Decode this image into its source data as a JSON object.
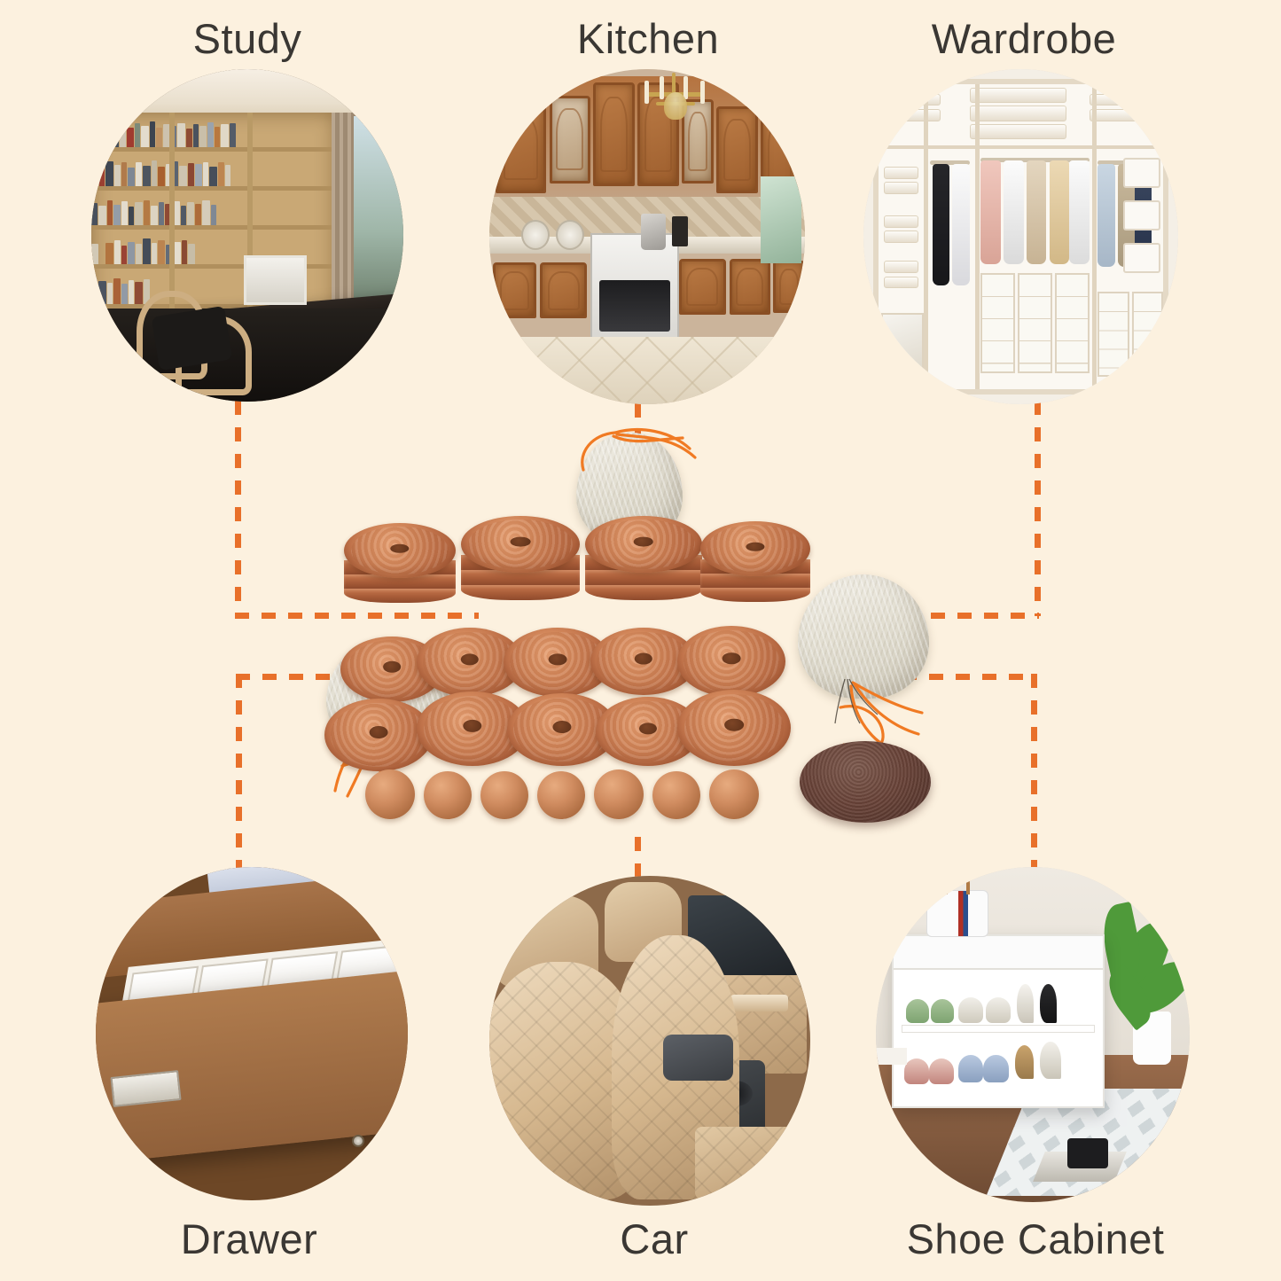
{
  "page": {
    "background_color": "#FCF1DF",
    "accent_color": "#E8702A",
    "label_color": "#3A3733",
    "layout": "six use-case photo circles around a central product photo, joined by dashed orange connector lines"
  },
  "use_cases": [
    {
      "id": "study",
      "label": "Study",
      "label_position": "top",
      "scene": "home study with tall wooden bookshelves full of books, dark wood desk, bentwood lounge chair, curtained window"
    },
    {
      "id": "kitchen",
      "label": "Kitchen",
      "label_position": "top",
      "scene": "traditional kitchen with raised-panel wood cabinets, brass chandelier, white oven, marble tile floor"
    },
    {
      "id": "wardrobe",
      "label": "Wardrobe",
      "label_position": "top",
      "scene": "organized walk-in wardrobe with hanging shirts and coats, folded linens, clear shoe boxes and storage bins"
    },
    {
      "id": "drawer",
      "label": "Drawer",
      "label_position": "bottom",
      "scene": "open wooden dresser drawer with white compartment dividers holding folded clothes"
    },
    {
      "id": "car",
      "label": "Car",
      "label_position": "bottom",
      "scene": "luxury car interior with beige quilted leather seats and center console"
    },
    {
      "id": "shoe_cabinet",
      "label": "Shoe Cabinet",
      "label_position": "bottom",
      "scene": "white shoe storage bench with shoes on two shelves, handbag on top, potted plant and grey patterned rug"
    }
  ],
  "product": {
    "description": "cedar wood moth-repellent set",
    "components": [
      {
        "name": "stacked cedar rings",
        "count": 4,
        "note": "four stacks of cedar discs with centre holes"
      },
      {
        "name": "loose cedar rings",
        "count": 11,
        "note": "two rows of cedar discs with centre holes"
      },
      {
        "name": "cedar balls",
        "count": 7
      },
      {
        "name": "muslin drawstring sacks",
        "count": 3,
        "note": "cotton sacks with orange drawstring cord"
      },
      {
        "name": "sanding pad",
        "count": 1
      }
    ]
  },
  "connectors": {
    "style": "dashed",
    "color": "#E8702A",
    "endpoint_marker": "dashed-ring",
    "links": [
      {
        "from": "study",
        "to": "product"
      },
      {
        "from": "kitchen",
        "to": "product"
      },
      {
        "from": "wardrobe",
        "to": "product"
      },
      {
        "from": "drawer",
        "to": "product"
      },
      {
        "from": "car",
        "to": "product"
      },
      {
        "from": "shoe_cabinet",
        "to": "product"
      }
    ]
  }
}
